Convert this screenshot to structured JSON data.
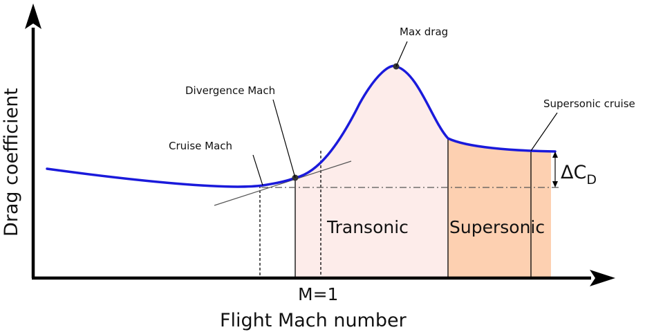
{
  "diagram": {
    "x_axis_label": "Flight Mach number",
    "y_axis_label": "Drag coefficient",
    "tick_label": "M=1",
    "annotations": {
      "cruise_mach": "Cruise Mach",
      "divergence_mach": "Divergence Mach",
      "max_drag": "Max drag",
      "supersonic_cruise": "Supersonic cruise"
    },
    "regions": {
      "transonic": "Transonic",
      "supersonic": "Supersonic"
    },
    "delta_cd": {
      "symbol": "ΔC",
      "subscript": "D"
    },
    "colors": {
      "curve": "#1a1adb",
      "transonic_fill": "#fdecea",
      "supersonic_fill": "#fdd0b1",
      "axis": "#000000",
      "marker": "#333333"
    }
  }
}
